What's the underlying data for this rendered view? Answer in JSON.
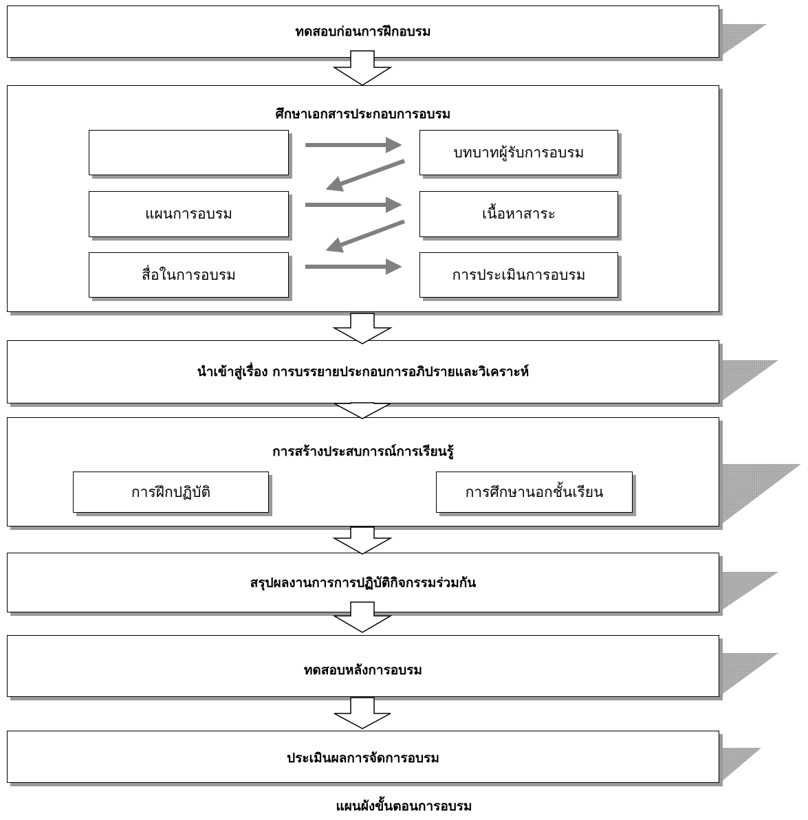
{
  "steps": {
    "pretest": "ทดสอบก่อนการฝึกอบรม",
    "study_docs": "ศึกษาเอกสารประกอบการอบรม",
    "intro": "นำเข้าสู่เรื่อง  การบรรยายประกอบการอภิปรายและวิเคราะห์",
    "experience": "การสร้างประสบการณ์การเรียนรู้",
    "summary": "สรุปผลงานการการปฏิบัติกิจกรรมร่วมกัน",
    "posttest": "ทดสอบหลังการอบรม",
    "evaluation": "ประเมินผลการจัดการอบรม"
  },
  "study_items": {
    "left": [
      "",
      "แผนการอบรม",
      "สื่อในการอบรม"
    ],
    "right": [
      "บทบาทผู้รับการอบรม",
      "เนื้อหาสาระ",
      "การประเมินการอบรม"
    ]
  },
  "experience_items": [
    "การฝึกปฏิบัติ",
    "การศึกษานอกชั้นเรียน"
  ],
  "caption": "แผนผังขั้นตอนการอบรม",
  "colors": {
    "border": "#000000",
    "shadow": "#9a9a9a",
    "arrow": "#808080",
    "wedge": "#a6a6a6"
  }
}
